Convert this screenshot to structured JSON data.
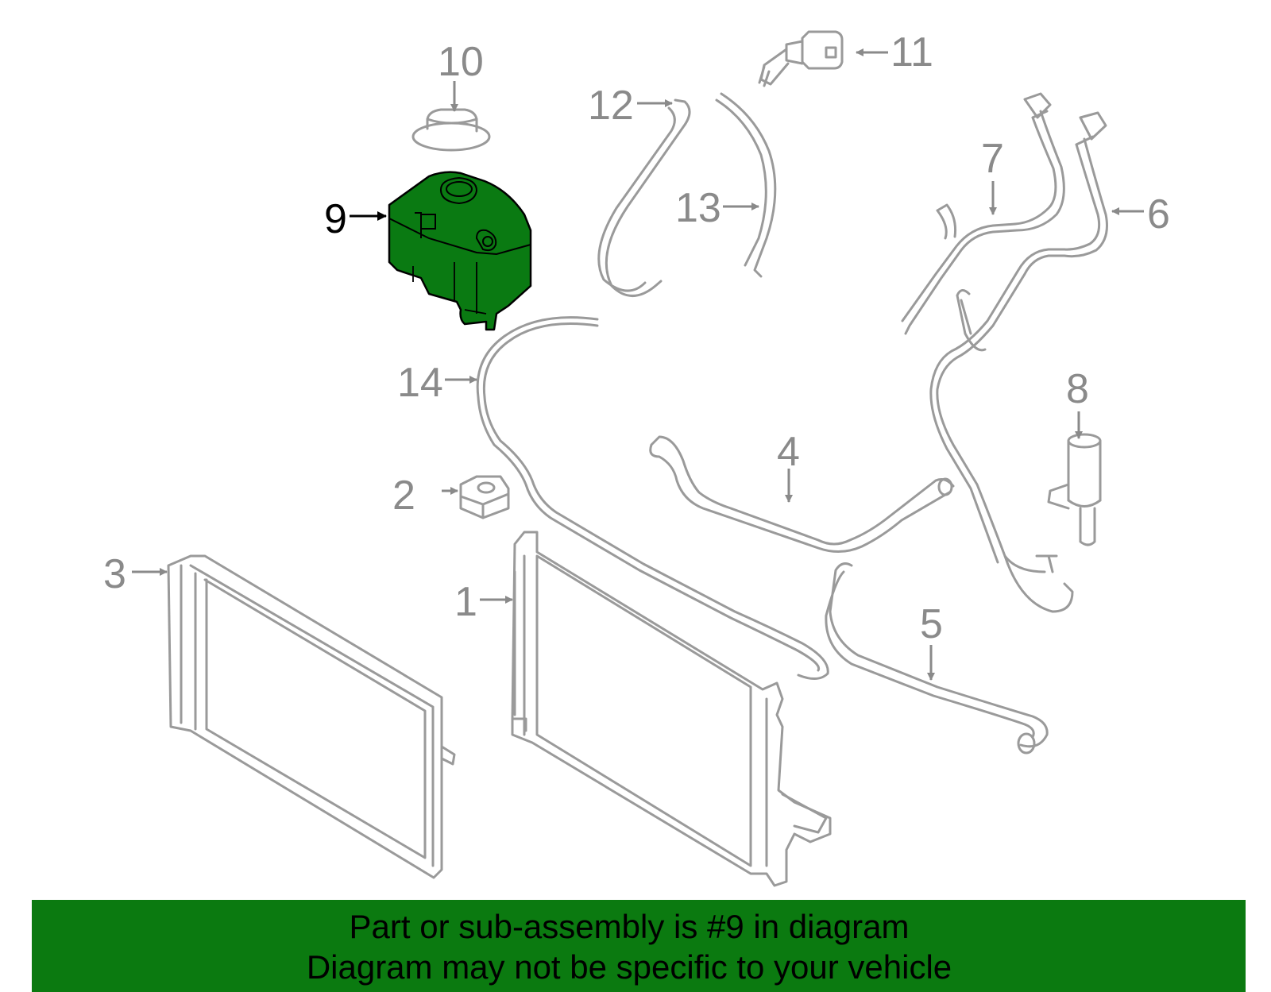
{
  "diagram": {
    "callouts": [
      {
        "id": "1",
        "text": "1"
      },
      {
        "id": "2",
        "text": "2"
      },
      {
        "id": "3",
        "text": "3"
      },
      {
        "id": "4",
        "text": "4"
      },
      {
        "id": "5",
        "text": "5"
      },
      {
        "id": "6",
        "text": "6"
      },
      {
        "id": "7",
        "text": "7"
      },
      {
        "id": "8",
        "text": "8"
      },
      {
        "id": "9",
        "text": "9"
      },
      {
        "id": "10",
        "text": "10"
      },
      {
        "id": "11",
        "text": "11"
      },
      {
        "id": "12",
        "text": "12"
      },
      {
        "id": "13",
        "text": "13"
      },
      {
        "id": "14",
        "text": "14"
      }
    ],
    "highlighted_part": "9",
    "colors": {
      "line": "#9a9a9a",
      "label": "#8a8a8a",
      "highlight_fill": "#0a7a12",
      "highlight_stroke": "#000000",
      "banner": "#0b7a10"
    }
  },
  "banner": {
    "line1": "Part or sub-assembly is #9 in diagram",
    "line2": "Diagram may not be specific to your vehicle"
  }
}
